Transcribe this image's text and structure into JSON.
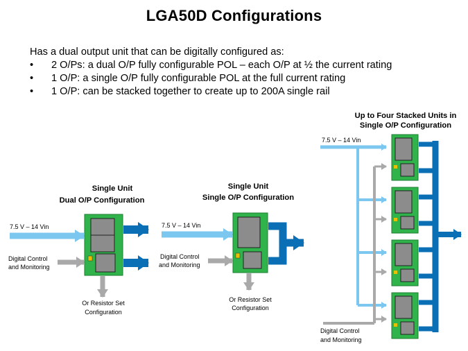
{
  "slide": {
    "title": "LGA50D Configurations",
    "intro": "Has a dual output unit that can be digitally configured as:",
    "bullet_marker": "•",
    "bullets": [
      "2 O/Ps: a dual O/P fully configurable POL – each O/P at ½ the current rating",
      "1 O/P: a single O/P fully configurable POL at the full current rating",
      "1 O/P: can be stacked together to create up to 200A single rail"
    ]
  },
  "diagram1": {
    "title_line1": "Single Unit",
    "title_line2": "Dual O/P Configuration",
    "vin": "7.5 V – 14 Vin",
    "ctrl_line1": "Digital Control",
    "ctrl_line2": "and Monitoring",
    "res_line1": "Or Resistor Set",
    "res_line2": "Configuration"
  },
  "diagram2": {
    "title_line1": "Single Unit",
    "title_line2": "Single O/P Configuration",
    "vin": "7.5 V – 14 Vin",
    "ctrl_line1": "Digital Control",
    "ctrl_line2": "and Monitoring",
    "res_line1": "Or Resistor Set",
    "res_line2": "Configuration"
  },
  "diagram3": {
    "title_line1": "Up to Four Stacked Units in",
    "title_line2": "Single O/P Configuration",
    "vin": "7.5 V – 14 Vin",
    "ctrl_line1": "Digital Control",
    "ctrl_line2": "and Monitoring"
  },
  "colors": {
    "board": "#2fb34a",
    "board_edge": "#1e7d32",
    "chip": "#8c8c8c",
    "input_arrow": "#7cc7ef",
    "output_arrow": "#0a6fb5",
    "control_arrow": "#a9a9a9"
  }
}
